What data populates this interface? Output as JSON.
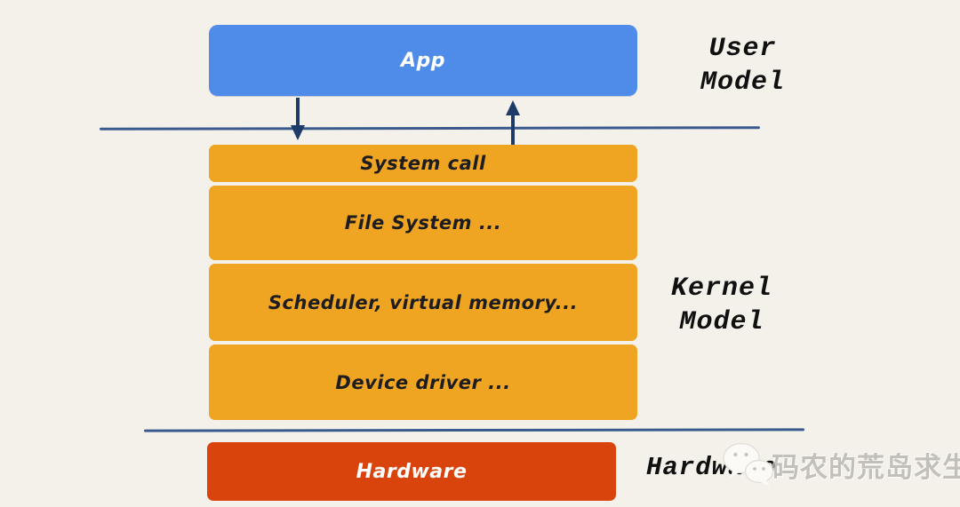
{
  "app_box": {
    "label": "App"
  },
  "kernel_layers": [
    {
      "label": "System call"
    },
    {
      "label": "File System ..."
    },
    {
      "label": "Scheduler, virtual memory..."
    },
    {
      "label": "Device driver ..."
    }
  ],
  "hardware_box": {
    "label": "Hardware"
  },
  "side_labels": {
    "user_model": [
      "User",
      "Model"
    ],
    "kernel_model": [
      "Kernel",
      "Model"
    ],
    "hardware": "Hardware"
  },
  "arrows": {
    "down": "arrow-down-icon",
    "up": "arrow-up-icon"
  },
  "watermark": {
    "icon": "wechat-icon",
    "text": "码农的荒岛求生"
  },
  "colors": {
    "background": "#f4f1ea",
    "app_box": "#4f8cea",
    "kernel_box": "#f0a522",
    "hardware_box": "#d8440c",
    "divider_line": "#3a5a8e",
    "arrow": "#1e3a69",
    "box_text_dark": "#1d1d1f",
    "box_text_light": "#ffffff",
    "side_label_text": "#101010",
    "watermark_text": "#b7b4ad"
  }
}
